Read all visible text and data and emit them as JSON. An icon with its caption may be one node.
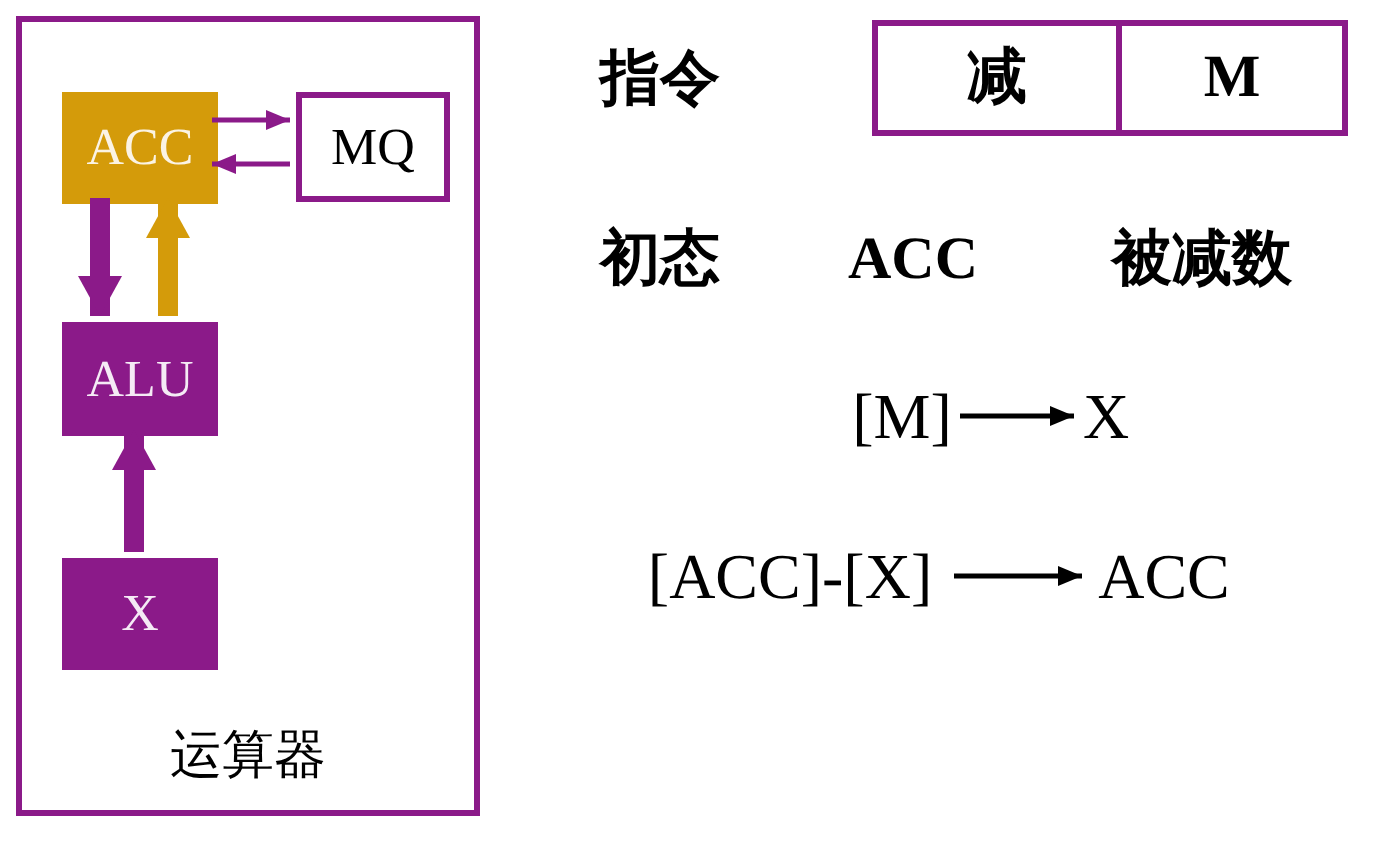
{
  "diagram": {
    "nodes": [
      {
        "text": [
          "运算器"
        ]
      },
      {
        "text": [
          "ACC"
        ],
        "in": 0
      },
      {
        "text": [
          "MQ"
        ],
        "in": 0
      },
      {
        "text": [
          "ALU"
        ],
        "in": 0
      },
      {
        "text": [
          "X"
        ],
        "in": 0
      },
      {
        "text": [
          "减"
        ]
      },
      {
        "text": [
          "M"
        ]
      },
      {
        "text": [
          "[M]"
        ]
      },
      {
        "text": [
          "X"
        ]
      },
      {
        "text": [
          "[ACC]-[X]"
        ]
      },
      {
        "text": [
          "ACC"
        ]
      }
    ],
    "edges": [
      {
        "from": 1,
        "to": 2,
        "arrow": "to"
      },
      {
        "from": 2,
        "to": 1,
        "arrow": "to"
      },
      {
        "from": 1,
        "to": 3,
        "arrow": "to",
        "style": "thick"
      },
      {
        "from": 3,
        "to": 1,
        "arrow": "to",
        "style": "thick",
        "color": "#d49b0a"
      },
      {
        "from": 4,
        "to": 3,
        "arrow": "to",
        "style": "thick"
      },
      {
        "from": 7,
        "to": 8,
        "arrow": "to",
        "color": "#000000"
      },
      {
        "from": 9,
        "to": 10,
        "arrow": "to",
        "color": "#000000"
      }
    ],
    "labels": [
      "指令",
      "初态",
      "ACC",
      "被减数"
    ]
  }
}
